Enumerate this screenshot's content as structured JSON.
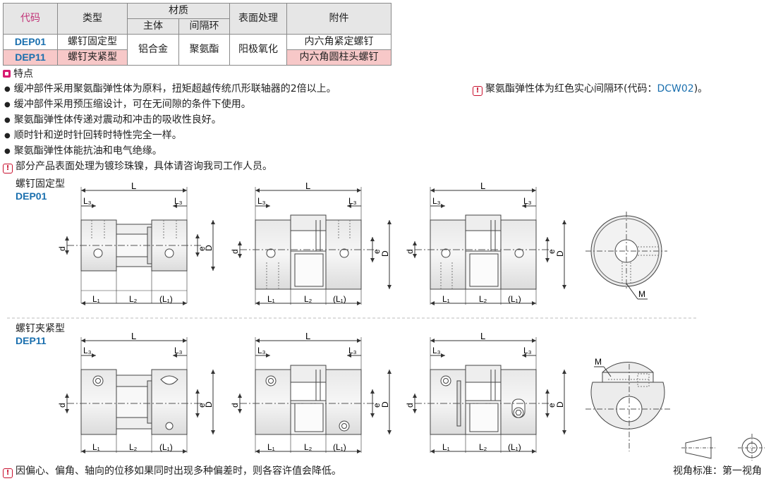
{
  "table": {
    "headers": {
      "code": "代码",
      "type": "类型",
      "material": "材质",
      "body": "主体",
      "spacer": "间隔环",
      "surface": "表面处理",
      "accessory": "附件"
    },
    "rows": [
      {
        "code": "DEP01",
        "type": "螺钉固定型",
        "accessory": "内六角紧定螺钉"
      },
      {
        "code": "DEP11",
        "type": "螺钉夹紧型",
        "accessory": "内六角圆柱头螺钉"
      }
    ],
    "body_value": "铝合金",
    "spacer_value": "聚氨酯",
    "surface_value": "阳极氧化"
  },
  "features": {
    "title": "特点",
    "items": [
      "缓冲部件采用聚氨酯弹性体为原料，扭矩超越传统爪形联轴器的2倍以上。",
      "缓冲部件采用预压缩设计，可在无间隙的条件下使用。",
      "聚氨酯弹性体传递对震动和冲击的吸收性良好。",
      "顺时针和逆时针回转时特性完全一样。",
      "聚氨酯弹性体能抗油和电气绝缘。"
    ],
    "note_plating": "部分产品表面处理为镀珍珠镍，具体请咨询我司工作人员。",
    "note_spacer_prefix": "聚氨酯弹性体为红色实心间隔环(代码：",
    "note_spacer_code": "DCW02",
    "note_spacer_suffix": ")。"
  },
  "drawings": {
    "type1_name": "螺钉固定型",
    "type1_code": "DEP01",
    "type2_name": "螺钉夹紧型",
    "type2_code": "DEP11",
    "dims": {
      "L": "L",
      "L3": "L₃",
      "L1": "L₁",
      "L2": "L₂",
      "L1p": "(L₁)",
      "d": "d",
      "e": "e",
      "D": "D",
      "M": "M"
    }
  },
  "footer": {
    "note": "因偏心、偏角、轴向的位移如果同时出现多种偏差时，则各容许值会降低。",
    "view_standard": "视角标准：第一视角"
  }
}
